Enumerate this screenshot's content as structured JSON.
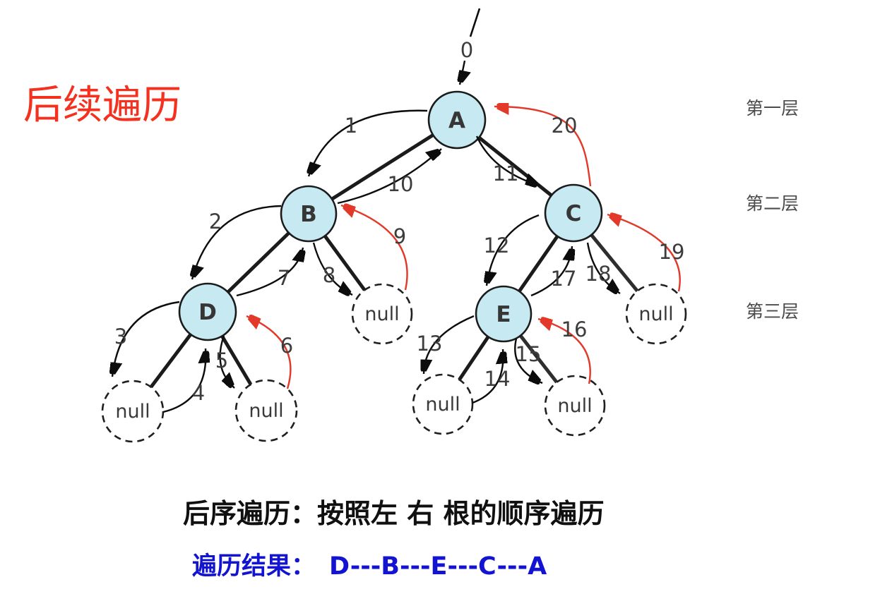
{
  "title": "后续遍历",
  "layer_labels": [
    "第一层",
    "第二层",
    "第三层"
  ],
  "nodes": {
    "A": "A",
    "B": "B",
    "C": "C",
    "D": "D",
    "E": "E"
  },
  "null_label": "null",
  "steps": [
    "0",
    "1",
    "2",
    "3",
    "4",
    "5",
    "6",
    "7",
    "8",
    "9",
    "10",
    "11",
    "12",
    "13",
    "14",
    "15",
    "16",
    "17",
    "18",
    "19",
    "20"
  ],
  "caption": "后序遍历：按照左 右 根的顺序遍历",
  "result": {
    "label": "遍历结果：",
    "value": "D---B---E---C---A"
  },
  "colors": {
    "title_red": "#f4311f",
    "arrow_red": "#e2392b",
    "arrow_black": "#0c0c0c",
    "node_fill": "#c6e9f2",
    "node_stroke": "#1b1b1b",
    "result_blue": "#1313d2",
    "label_gray": "#3d3d3d"
  }
}
